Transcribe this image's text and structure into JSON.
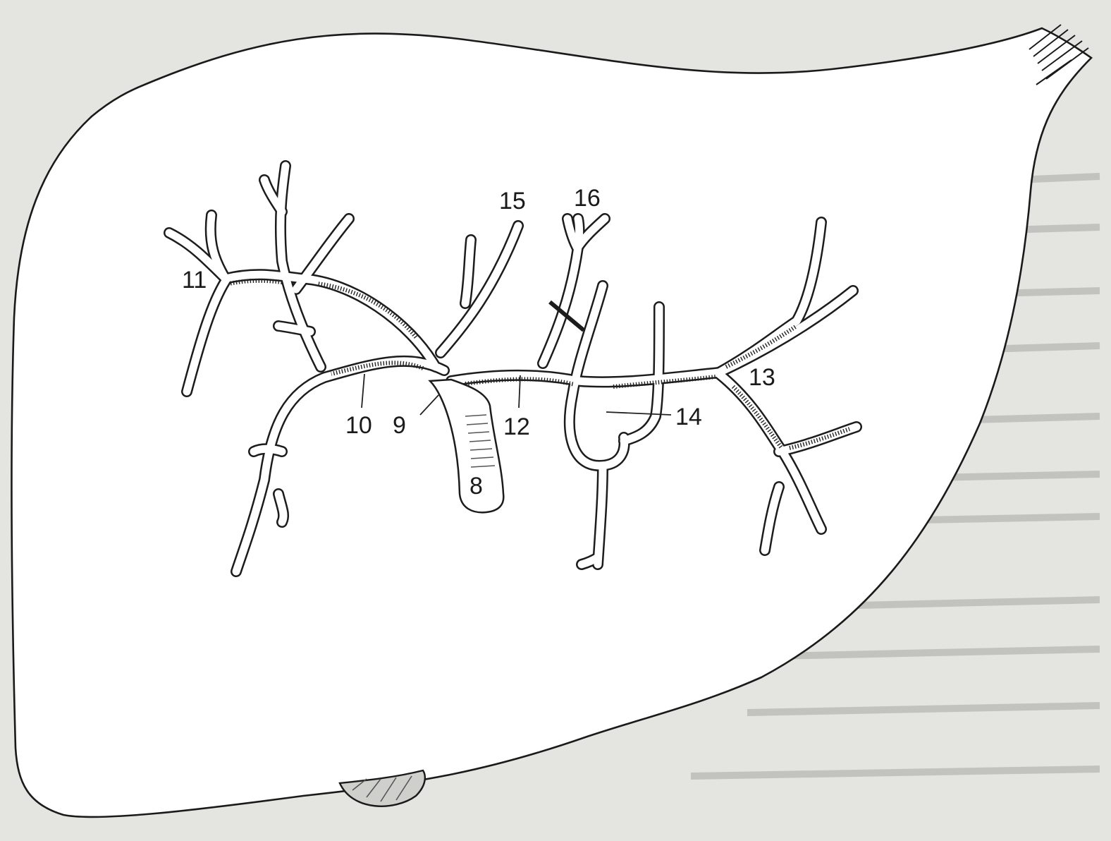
{
  "labels": {
    "n8": "8",
    "n9": "9",
    "n10": "10",
    "n11": "11",
    "n12": "12",
    "n13": "13",
    "n14": "14",
    "n15": "15",
    "n16": "16"
  },
  "colors": {
    "paper": "#ffffff",
    "ink": "#1a1a1a",
    "page_background": "#e4e4e0"
  }
}
